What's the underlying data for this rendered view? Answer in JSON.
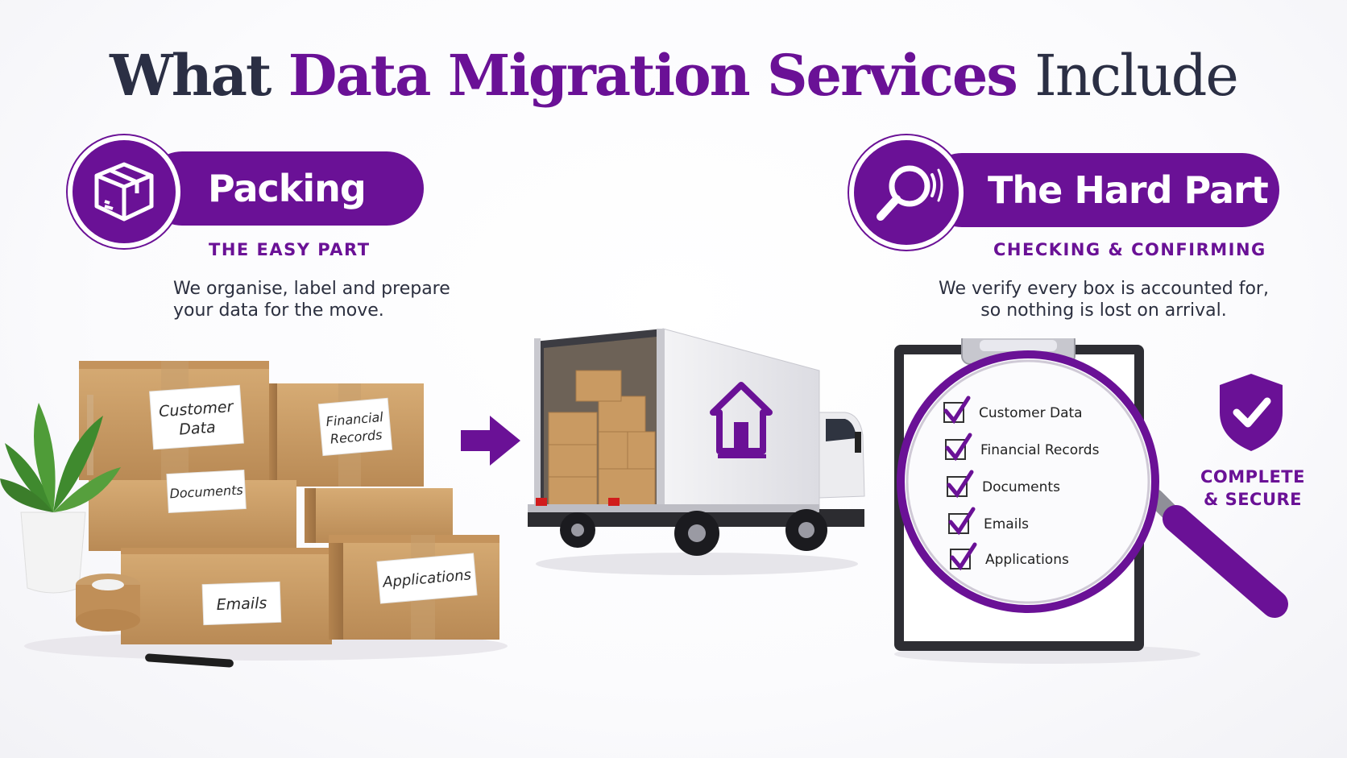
{
  "title": {
    "part1": "What",
    "part2": "Data Migration Services",
    "part3": "Include"
  },
  "left": {
    "heading": "Packing",
    "subheading": "THE EASY PART",
    "description_line1": "We organise, label and prepare",
    "description_line2": "your data for the move.",
    "icon": "box-icon",
    "box_labels": {
      "customer_line1": "Customer",
      "customer_line2": "Data",
      "financial_line1": "Financial",
      "financial_line2": "Records",
      "documents": "Documents",
      "emails": "Emails",
      "applications": "Applications"
    }
  },
  "right": {
    "heading": "The Hard Part",
    "subheading": "CHECKING & CONFIRMING",
    "description_line1": "We verify every box is accounted for,",
    "description_line2": "so nothing is lost on arrival.",
    "icon": "magnifier-icon",
    "checklist": [
      "Customer Data",
      "Financial Records",
      "Documents",
      "Emails",
      "Applications"
    ],
    "secure_line1": "COMPLETE",
    "secure_line2": "& SECURE"
  },
  "colors": {
    "accent": "#6a1196",
    "title_dark": "#2b2f44",
    "cardboard": "#c89a62"
  }
}
